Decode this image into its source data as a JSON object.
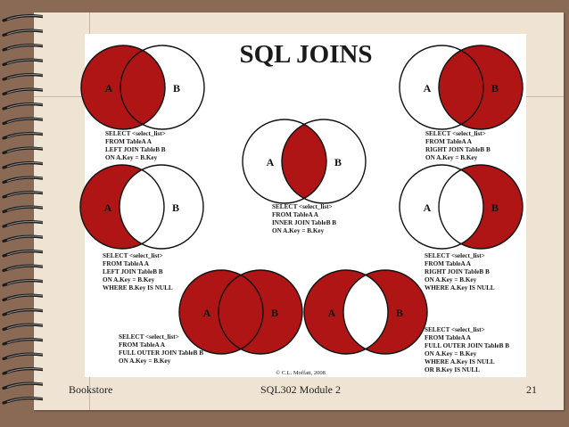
{
  "slide": {
    "title": "SQL JOINS",
    "copyright": "© C.L. Moffatt, 2008",
    "colors": {
      "fill": "#b01515",
      "stroke": "#111111",
      "background": "#efe4d3",
      "frame": "#8a6a55"
    }
  },
  "footer": {
    "left": "Bookstore",
    "center": "SQL302  Module 2",
    "right": "21"
  },
  "joins": [
    {
      "name": "left-join",
      "label_a": "A",
      "label_b": "B",
      "code": [
        "SELECT <select_list>",
        "FROM TableA A",
        "LEFT JOIN TableB B",
        "ON A.Key = B.Key"
      ]
    },
    {
      "name": "inner-join",
      "label_a": "A",
      "label_b": "B",
      "code": [
        "SELECT <select_list>",
        "FROM TableA A",
        "INNER JOIN TableB B",
        "ON A.Key = B.Key"
      ]
    },
    {
      "name": "right-join",
      "label_a": "A",
      "label_b": "B",
      "code": [
        "SELECT <select_list>",
        "FROM TableA A",
        "RIGHT JOIN TableB B",
        "ON A.Key = B.Key"
      ]
    },
    {
      "name": "left-join-exclusive",
      "label_a": "A",
      "label_b": "B",
      "code": [
        "SELECT <select_list>",
        "FROM TableA A",
        "LEFT JOIN TableB B",
        "ON A.Key = B.Key",
        "WHERE B.Key IS NULL"
      ]
    },
    {
      "name": "right-join-exclusive",
      "label_a": "A",
      "label_b": "B",
      "code": [
        "SELECT <select_list>",
        "FROM TableA A",
        "RIGHT JOIN TableB B",
        "ON A.Key = B.Key",
        "WHERE A.Key IS NULL"
      ]
    },
    {
      "name": "full-outer-join",
      "label_a": "A",
      "label_b": "B",
      "code": [
        "SELECT <select_list>",
        "FROM TableA A",
        "FULL OUTER JOIN TableB B",
        "ON A.Key = B.Key"
      ]
    },
    {
      "name": "full-outer-join-exclusive",
      "label_a": "A",
      "label_b": "B",
      "code": [
        "SELECT <select_list>",
        "FROM TableA A",
        "FULL OUTER JOIN TableB B",
        "ON A.Key = B.Key",
        "WHERE A.Key IS NULL",
        "OR B.Key IS NULL"
      ]
    }
  ]
}
